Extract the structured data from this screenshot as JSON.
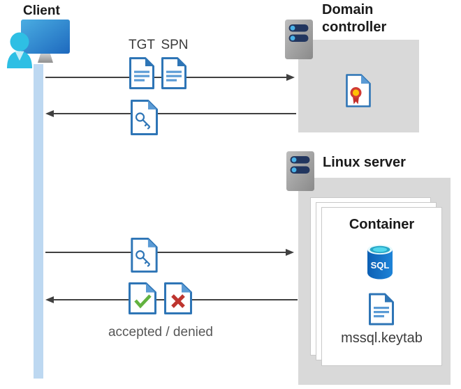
{
  "diagram": {
    "client": {
      "label": "Client"
    },
    "domain_controller": {
      "label": "Domain controller"
    },
    "linux_server": {
      "label": "Linux server"
    },
    "container": {
      "title": "Container",
      "sql_badge": "SQL",
      "keytab_label": "mssql.keytab"
    },
    "labels": {
      "tgt": "TGT",
      "spn": "SPN",
      "accepted_denied": "accepted / denied"
    },
    "colors": {
      "doc_blue": "#2E75B6",
      "doc_line_blue": "#5B9BD5",
      "accept_green": "#62B23F",
      "deny_red": "#BE352F",
      "ribbon_red": "#D03A34",
      "ribbon_gold": "#FFC104",
      "sql_dark_blue": "#0C5FB4",
      "sql_light_blue": "#1E84D8",
      "sql_cyan": "#53D7EC",
      "lifeline_blue": "#BDD8F1",
      "box_gray": "#D9D9D9",
      "arrow_gray": "#404040",
      "server_bar_navy": "#22365F",
      "server_dot_blue": "#4AB2E8"
    }
  }
}
